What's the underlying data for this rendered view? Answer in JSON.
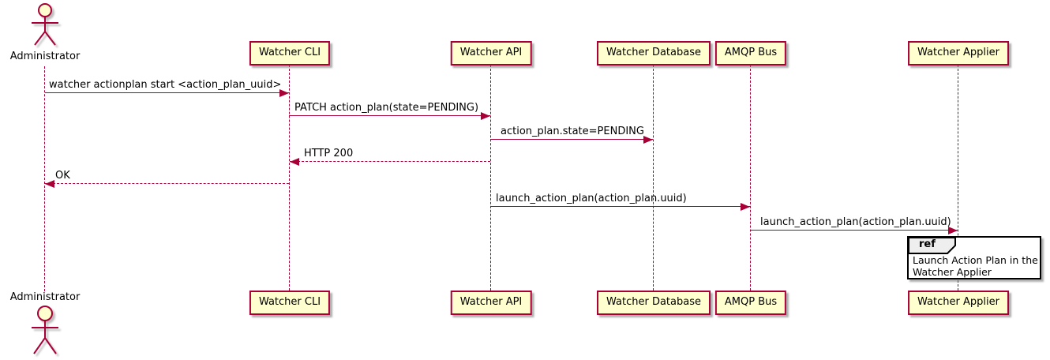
{
  "diagram_type": "uml-sequence",
  "colors": {
    "accent": "#A80036",
    "participant_fill": "#FEFECE",
    "ref_tab_fill": "#EEEEEE",
    "ref_border": "#000000",
    "background": "#FFFFFF"
  },
  "actor": {
    "label": "Administrator"
  },
  "participants": [
    {
      "label": "Watcher CLI"
    },
    {
      "label": "Watcher API"
    },
    {
      "label": "Watcher Database"
    },
    {
      "label": "AMQP Bus"
    },
    {
      "label": "Watcher Applier"
    }
  ],
  "messages": [
    {
      "from": "Administrator",
      "to": "Watcher CLI",
      "label": "watcher actionplan start <action_plan_uuid>",
      "line": "solid",
      "direction": "right"
    },
    {
      "from": "Watcher CLI",
      "to": "Watcher API",
      "label": "PATCH action_plan(state=PENDING)",
      "line": "solid",
      "direction": "right"
    },
    {
      "from": "Watcher API",
      "to": "Watcher Database",
      "label": "action_plan.state=PENDING",
      "line": "solid",
      "direction": "right"
    },
    {
      "from": "Watcher API",
      "to": "Watcher CLI",
      "label": "HTTP 200",
      "line": "dashed",
      "direction": "left"
    },
    {
      "from": "Watcher CLI",
      "to": "Administrator",
      "label": "OK",
      "line": "dashed",
      "direction": "left"
    },
    {
      "from": "Watcher API",
      "to": "AMQP Bus",
      "label": "launch_action_plan(action_plan.uuid)",
      "line": "solid",
      "direction": "right"
    },
    {
      "from": "AMQP Bus",
      "to": "Watcher Applier",
      "label": "launch_action_plan(action_plan.uuid)",
      "line": "solid",
      "direction": "right"
    }
  ],
  "ref": {
    "keyword": "ref",
    "lines": [
      "Launch Action Plan in the",
      "Watcher Applier"
    ]
  }
}
